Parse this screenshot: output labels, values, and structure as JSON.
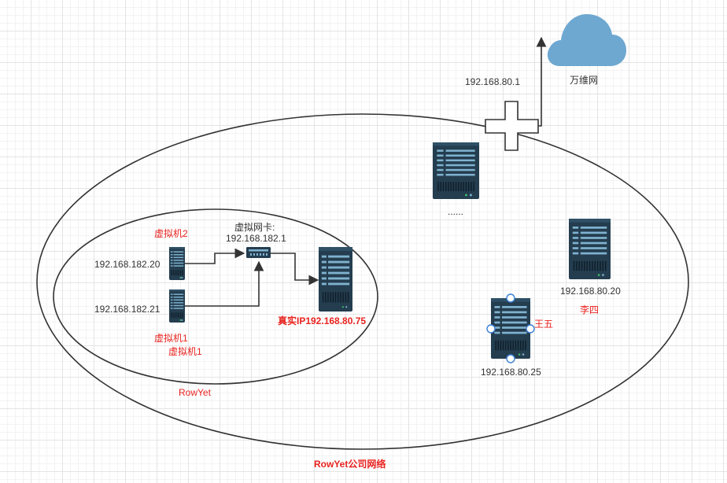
{
  "colors": {
    "server_body": "#243d4f",
    "server_accent": "#7fb2cf",
    "cloud": "#6ea8d1",
    "line": "#333333",
    "red_text": "#e8231f",
    "selection_handle": "#3a7fd5"
  },
  "internet": {
    "label": "万维网",
    "icon": "cloud-icon"
  },
  "router": {
    "ip": "192.168.80.1",
    "icon": "plus-connector-icon"
  },
  "company_network": {
    "label": "RowYet公司网络"
  },
  "host_network": {
    "label": "RowYet"
  },
  "servers": [
    {
      "name": "",
      "ip": "",
      "caption": "......"
    },
    {
      "name": "李四",
      "ip": "192.168.80.20"
    },
    {
      "name": "王五",
      "ip": "192.168.80.25"
    }
  ],
  "host": {
    "real_ip_label": "真实IP192.168.80.75"
  },
  "virtual_nic": {
    "title": "虚拟网卡:",
    "ip": "192.168.182.1",
    "icon": "switch-icon"
  },
  "vms": [
    {
      "name": "虚拟机2",
      "ip": "192.168.182.20"
    },
    {
      "name": "虚拟机1",
      "ip": "192.168.182.21",
      "duplicate_label": "虚拟机1"
    }
  ]
}
